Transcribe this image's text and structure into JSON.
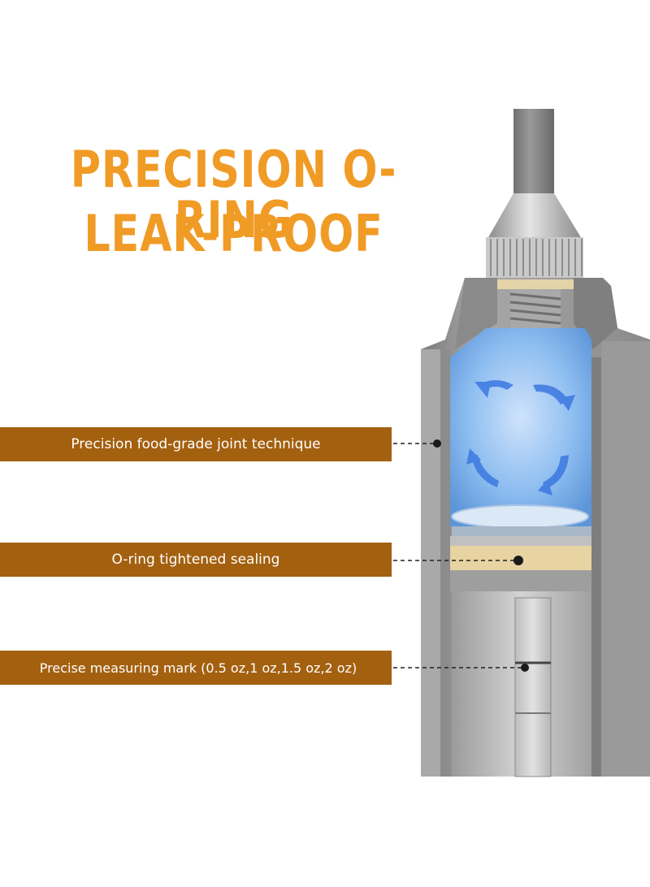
{
  "headline": {
    "line1": "PRECISION O-RING",
    "line2": "LEAK-PROOF"
  },
  "callouts": [
    {
      "label": "Precision food-grade joint technique"
    },
    {
      "label": "O-ring tightened sealing"
    },
    {
      "label": "Precise measuring mark (0.5 oz,1 oz,1.5 oz,2 oz)"
    }
  ],
  "colors": {
    "headline": "#f09b25",
    "band": "#a3600f",
    "steel": "#8e8e8e",
    "liquid": "#7fb0ec",
    "oring": "#e8d3a2"
  }
}
